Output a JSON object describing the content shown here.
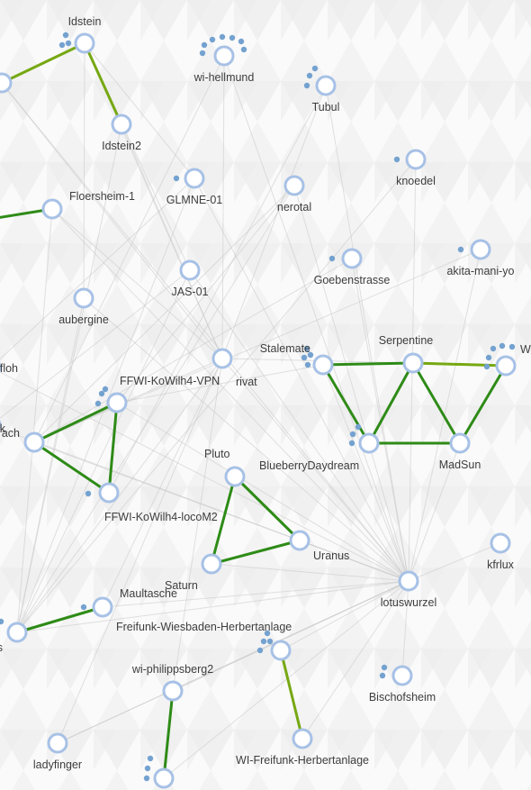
{
  "map": {
    "nodes": [
      {
        "id": "Idstein",
        "label": "Idstein"
      },
      {
        "id": "Idstein2",
        "label": "Idstein2"
      },
      {
        "id": "wi-hellmund",
        "label": "wi-hellmund"
      },
      {
        "id": "Tubul",
        "label": "Tubul"
      },
      {
        "id": "knoedel",
        "label": "knoedel"
      },
      {
        "id": "GLMNE-01",
        "label": "GLMNE-01"
      },
      {
        "id": "nerotal",
        "label": "nerotal"
      },
      {
        "id": "Floersheim-1",
        "label": "Floersheim-1"
      },
      {
        "id": "akita-mani-yo",
        "label": "akita-mani-yo"
      },
      {
        "id": "Goebenstrasse",
        "label": "Goebenstrasse"
      },
      {
        "id": "JAS-01",
        "label": "JAS-01"
      },
      {
        "id": "aubergine",
        "label": "aubergine"
      },
      {
        "id": "Stalemate",
        "label": "Stalemate"
      },
      {
        "id": "Serpentine",
        "label": "Serpentine"
      },
      {
        "id": "W",
        "label": "W"
      },
      {
        "id": "floh",
        "label": "floh"
      },
      {
        "id": "privat",
        "label": "rivat"
      },
      {
        "id": "FFWI-KoWilh4-VPN",
        "label": "FFWI-KoWilh4-VPN"
      },
      {
        "id": "ach",
        "label": "ach"
      },
      {
        "id": "k",
        "label": "k"
      },
      {
        "id": "node-near-serpentine-bl",
        "label": ""
      },
      {
        "id": "MadSun",
        "label": "MadSun"
      },
      {
        "id": "BlueberryDaydream",
        "label": "BlueberryDaydream"
      },
      {
        "id": "Pluto",
        "label": "Pluto"
      },
      {
        "id": "FFWI-KoWilh4-locoM2",
        "label": "FFWI-KoWilh4-locoM2"
      },
      {
        "id": "Uranus",
        "label": "Uranus"
      },
      {
        "id": "kfrlux",
        "label": "kfrlux"
      },
      {
        "id": "Saturn",
        "label": "Saturn"
      },
      {
        "id": "lotuswurzel",
        "label": "lotuswurzel"
      },
      {
        "id": "Maultasche",
        "label": "Maultasche"
      },
      {
        "id": "s",
        "label": "s"
      },
      {
        "id": "Freifunk-Wiesbaden-Herbertanlage",
        "label": "Freifunk-Wiesbaden-Herbertanlage"
      },
      {
        "id": "wi-philippsberg2",
        "label": "wi-philippsberg2"
      },
      {
        "id": "Bischofsheim",
        "label": "Bischofsheim"
      },
      {
        "id": "ladyfinger",
        "label": "ladyfinger"
      },
      {
        "id": "WI-Freifunk-Herbertanlage",
        "label": "WI-Freifunk-Herbertanlage"
      },
      {
        "id": "bottom-node",
        "label": ""
      },
      {
        "id": "left-top-node",
        "label": ""
      }
    ],
    "links_strong": [
      {
        "a": "left-top-node",
        "b": "Idstein",
        "quality": "ok"
      },
      {
        "a": "Idstein",
        "b": "Idstein2",
        "quality": "ok"
      },
      {
        "a": "Floersheim-1",
        "b": "left-edge",
        "quality": "good"
      },
      {
        "a": "Stalemate",
        "b": "Serpentine",
        "quality": "good"
      },
      {
        "a": "Serpentine",
        "b": "W",
        "quality": "ok"
      },
      {
        "a": "Stalemate",
        "b": "node-near-serpentine-bl",
        "quality": "good"
      },
      {
        "a": "Serpentine",
        "b": "node-near-serpentine-bl",
        "quality": "good"
      },
      {
        "a": "Serpentine",
        "b": "MadSun",
        "quality": "good"
      },
      {
        "a": "W",
        "b": "MadSun",
        "quality": "good"
      },
      {
        "a": "node-near-serpentine-bl",
        "b": "MadSun",
        "quality": "good"
      },
      {
        "a": "FFWI-KoWilh4-VPN",
        "b": "ach",
        "quality": "good"
      },
      {
        "a": "FFWI-KoWilh4-VPN",
        "b": "FFWI-KoWilh4-locoM2",
        "quality": "good"
      },
      {
        "a": "ach",
        "b": "FFWI-KoWilh4-locoM2",
        "quality": "good"
      },
      {
        "a": "Pluto",
        "b": "Uranus",
        "quality": "good"
      },
      {
        "a": "Pluto",
        "b": "Saturn",
        "quality": "good"
      },
      {
        "a": "Saturn",
        "b": "Uranus",
        "quality": "good"
      },
      {
        "a": "Maultasche",
        "b": "s",
        "quality": "good"
      },
      {
        "a": "wi-philippsberg2",
        "b": "bottom-node",
        "quality": "good"
      },
      {
        "a": "Freifunk-Wiesbaden-Herbertanlage",
        "b": "WI-Freifunk-Herbertanlage",
        "quality": "ok"
      }
    ]
  }
}
